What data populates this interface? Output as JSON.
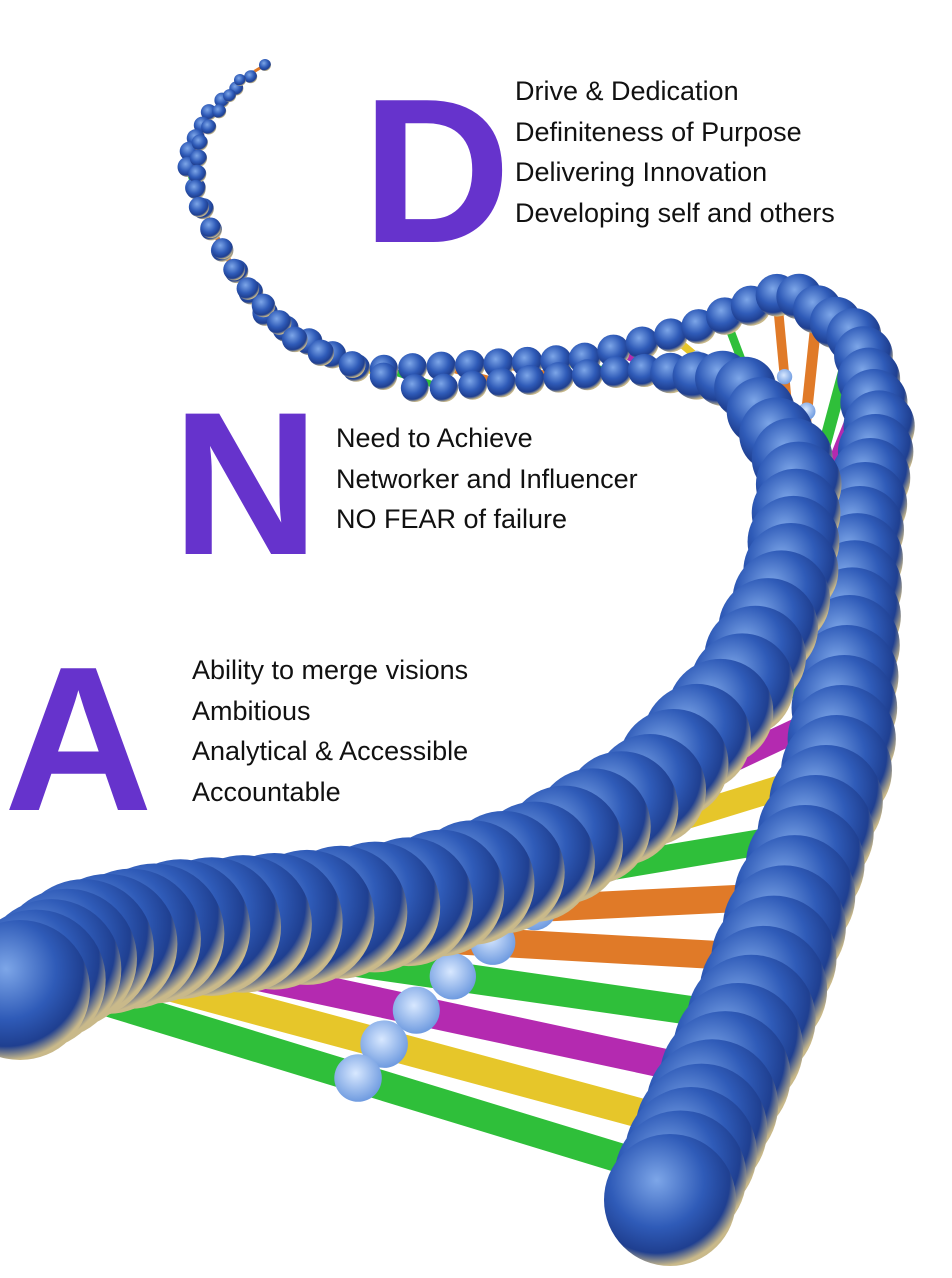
{
  "accent_color": "#6633cc",
  "sections": [
    {
      "letter": "D",
      "lines": [
        "Drive & Dedication",
        "Definiteness of Purpose",
        "Delivering Innovation",
        "Developing self and others"
      ]
    },
    {
      "letter": "N",
      "lines": [
        "Need to Achieve",
        "Networker and Influencer",
        "NO FEAR of failure"
      ]
    },
    {
      "letter": "A",
      "lines": [
        "Ability to merge visions",
        "Ambitious",
        "Analytical  & Accessible",
        "Accountable"
      ]
    }
  ]
}
